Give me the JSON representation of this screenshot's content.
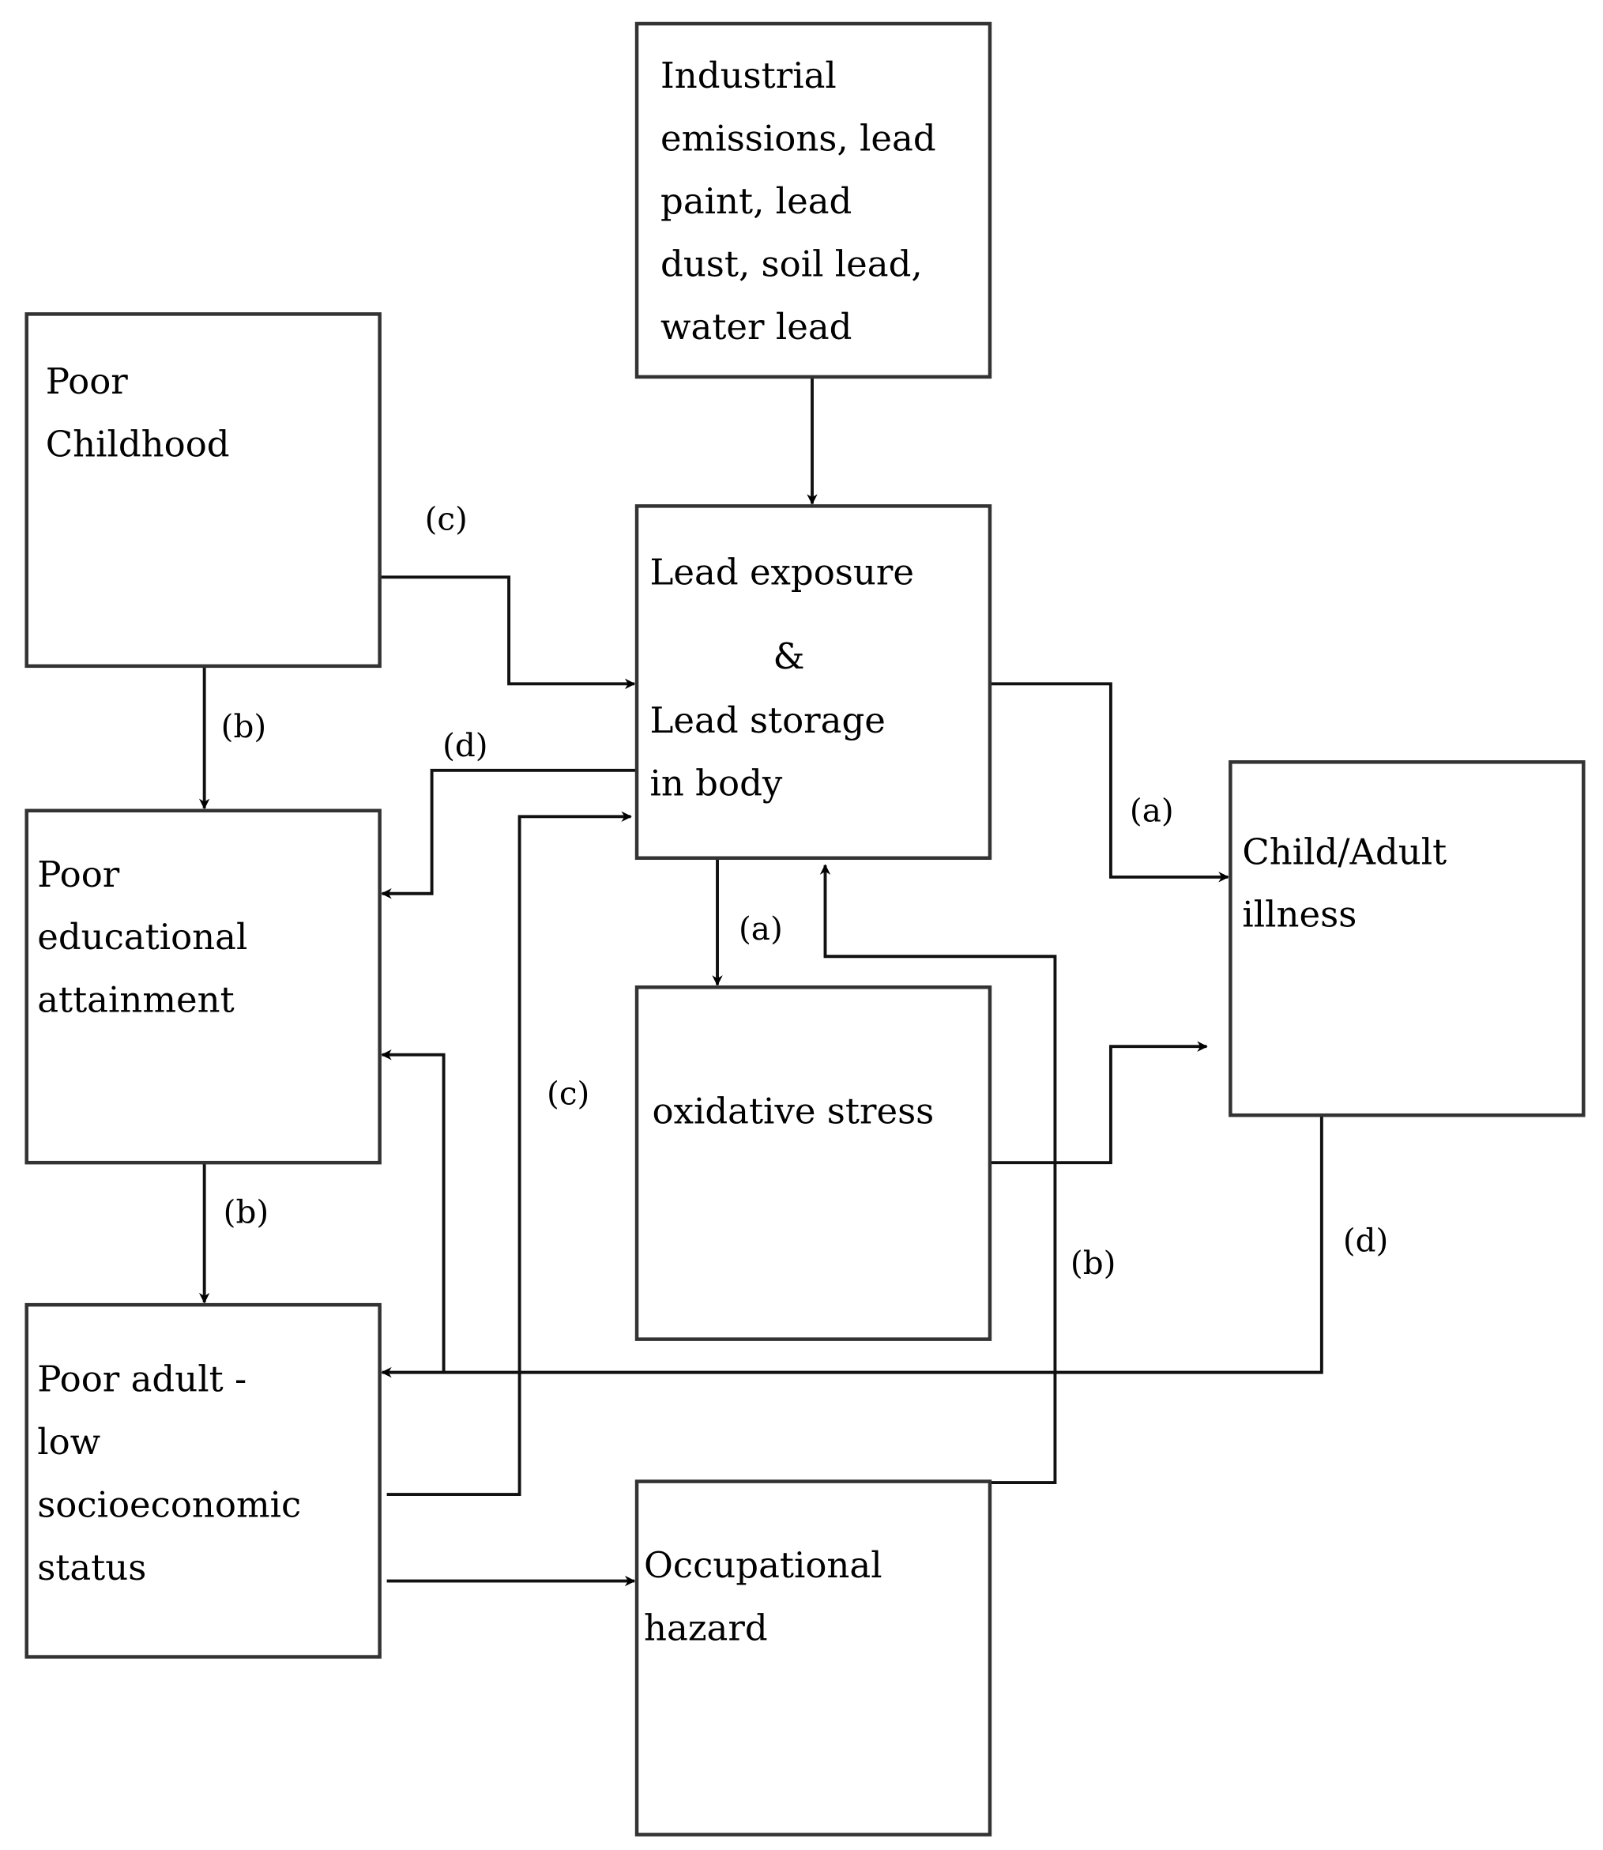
{
  "nodes": {
    "industrial": [
      "Industrial",
      "emissions, lead",
      "paint, lead",
      "dust, soil lead,",
      "water lead"
    ],
    "childhood": [
      "Poor",
      "Childhood"
    ],
    "lead": [
      "Lead exposure",
      "&",
      "Lead storage",
      "in body"
    ],
    "education": [
      "Poor",
      "educational",
      "attainment"
    ],
    "oxidative": [
      "oxidative stress"
    ],
    "illness": [
      "Child/Adult",
      "illness"
    ],
    "adult": [
      "Poor adult -",
      "low",
      "socioeconomic",
      "status"
    ],
    "occupational": [
      "Occupational",
      "hazard"
    ]
  },
  "edge_labels": {
    "childhood_to_lead": "(c)",
    "childhood_to_education": "(b)",
    "lead_to_education": "(d)",
    "adult_to_lead": "(c)",
    "lead_to_oxidative": "(a)",
    "lead_to_illness": "(a)",
    "occupational_to_lead": "(b)",
    "illness_to_adult": "(d)",
    "education_to_adult": "(b)"
  }
}
